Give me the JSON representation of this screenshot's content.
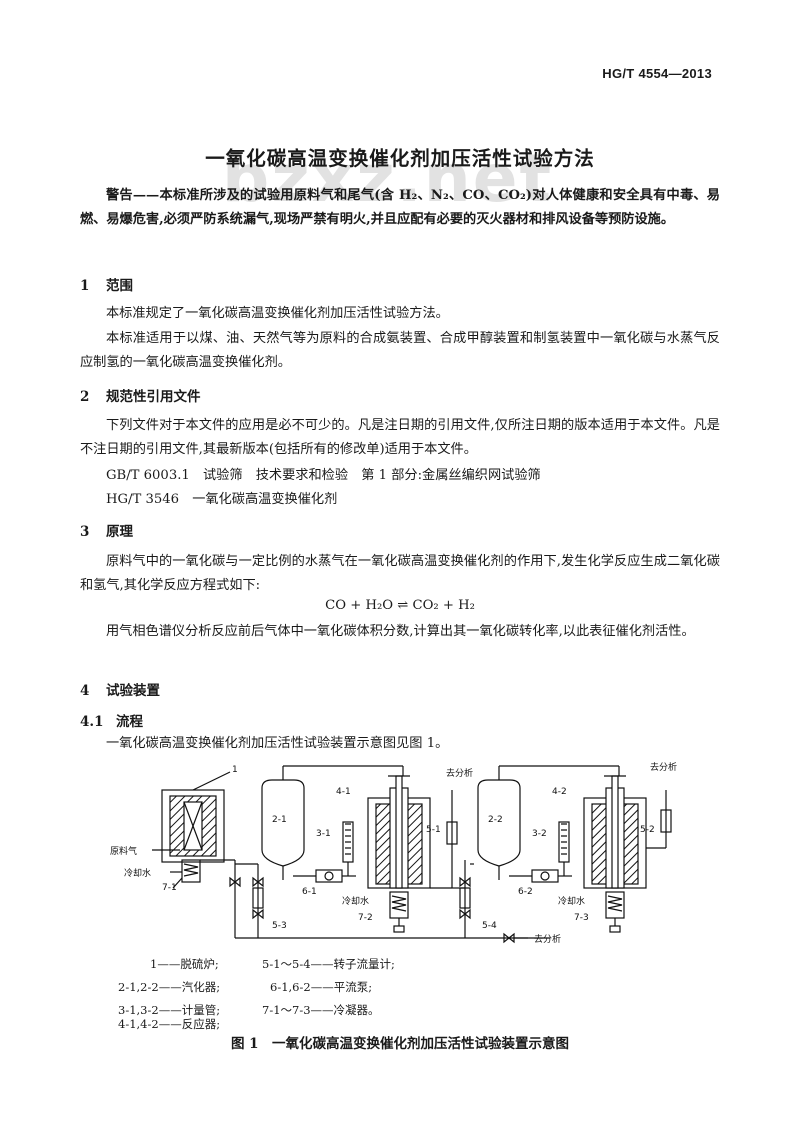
{
  "header": {
    "standard_code": "HG/T 4554—2013"
  },
  "watermark": "bzxz.net",
  "title": "一氧化碳高温变换催化剂加压活性试验方法",
  "warning": "警告——本标准所涉及的试验用原料气和尾气(含 H₂、N₂、CO、CO₂)对人体健康和安全具有中毒、易燃、易爆危害,必须严防系统漏气,现场严禁有明火,并且应配有必要的灭火器材和排风设备等预防设施。",
  "sections": {
    "s1": {
      "number": "1",
      "title": "范围",
      "p1": "本标准规定了一氧化碳高温变换催化剂加压活性试验方法。",
      "p2": "本标准适用于以煤、油、天然气等为原料的合成氨装置、合成甲醇装置和制氢装置中一氧化碳与水蒸气反应制氢的一氧化碳高温变换催化剂。"
    },
    "s2": {
      "number": "2",
      "title": "规范性引用文件",
      "p1": "下列文件对于本文件的应用是必不可少的。凡是注日期的引用文件,仅所注日期的版本适用于本文件。凡是不注日期的引用文件,其最新版本(包括所有的修改单)适用于本文件。",
      "ref1": "GB/T 6003.1　试验筛　技术要求和检验　第 1 部分:金属丝编织网试验筛",
      "ref2": "HG/T 3546　一氧化碳高温变换催化剂"
    },
    "s3": {
      "number": "3",
      "title": "原理",
      "p1": "原料气中的一氧化碳与一定比例的水蒸气在一氧化碳高温变换催化剂的作用下,发生化学反应生成二氧化碳和氢气,其化学反应方程式如下:",
      "equation": "CO + H₂O ⇌ CO₂ + H₂",
      "p2": "用气相色谱仪分析反应前后气体中一氧化碳体积分数,计算出其一氧化碳转化率,以此表征催化剂活性。"
    },
    "s4": {
      "number": "4",
      "title": "试验装置",
      "s41": {
        "number": "4.1",
        "title": "流程",
        "p1": "一氧化碳高温变换催化剂加压活性试验装置示意图见图 1。"
      }
    }
  },
  "diagram": {
    "labels": {
      "l1": "1",
      "l21": "2-1",
      "l22": "2-2",
      "l31": "3-1",
      "l32": "3-2",
      "l41": "4-1",
      "l42": "4-2",
      "l51": "5-1",
      "l52": "5-2",
      "l53": "5-3",
      "l54": "5-4",
      "l61": "6-1",
      "l62": "6-2",
      "l71": "7-1",
      "l72": "7-2",
      "l73": "7-3",
      "raw_gas": "原料气",
      "cooling_water_1": "冷却水",
      "cooling_water_2": "冷却水",
      "cooling_water_3": "冷却水",
      "to_analysis_1": "去分析",
      "to_analysis_2": "去分析",
      "to_analysis_3": "去分析"
    }
  },
  "legend": {
    "row1_left": "1——脱硫炉;",
    "row1_right": "5-1～5-4——转子流量计;",
    "row2_left": "2-1,2-2——汽化器;",
    "row2_right": "6-1,6-2——平流泵;",
    "row3_left": "3-1,3-2——计量管;",
    "row3_right": "7-1～7-3——冷凝器。",
    "row4_left": "4-1,4-2——反应器;"
  },
  "figure_caption": "图 1　一氧化碳高温变换催化剂加压活性试验装置示意图"
}
